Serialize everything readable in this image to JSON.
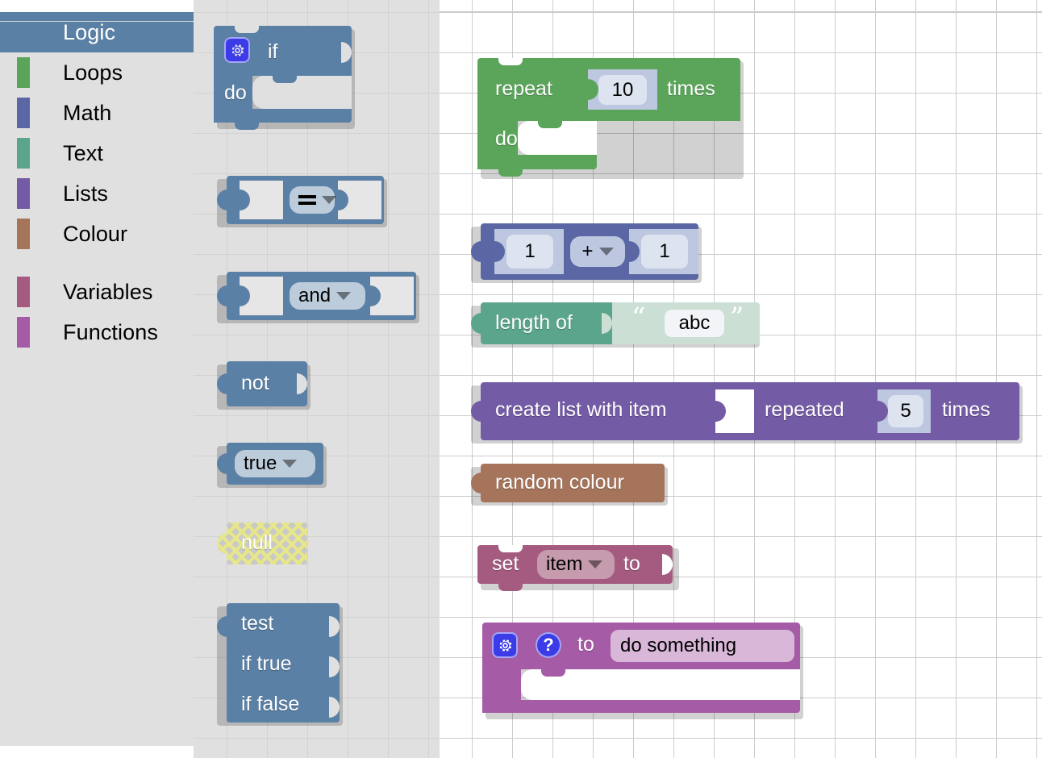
{
  "toolbox": {
    "name": "blockly-toolbox",
    "categories": [
      {
        "label": "Logic",
        "colour": "#5b80a5",
        "selected": true
      },
      {
        "label": "Loops",
        "colour": "#5ba55b",
        "selected": false
      },
      {
        "label": "Math",
        "colour": "#5b67a5",
        "selected": false
      },
      {
        "label": "Text",
        "colour": "#5ba58c",
        "selected": false
      },
      {
        "label": "Lists",
        "colour": "#745ba5",
        "selected": false
      },
      {
        "label": "Colour",
        "colour": "#a5745b",
        "selected": false
      },
      {
        "label": "Variables",
        "colour": "#a55b80",
        "selected": false
      },
      {
        "label": "Functions",
        "colour": "#a55ba5",
        "selected": false
      }
    ]
  },
  "flyout": {
    "category": "Logic",
    "colour": "#5b80a5",
    "blocks": [
      {
        "id": "controls_if",
        "gear_icon": "gear-icon",
        "label_if": "if",
        "label_do": "do"
      },
      {
        "id": "logic_compare",
        "dropdown_value": "=",
        "dropdown_glyph": "equals"
      },
      {
        "id": "logic_operation",
        "dropdown_value": "and"
      },
      {
        "id": "logic_negate",
        "label": "not"
      },
      {
        "id": "logic_boolean",
        "dropdown_value": "true"
      },
      {
        "id": "logic_null",
        "label": "null",
        "disabled": true
      },
      {
        "id": "logic_ternary",
        "label_test": "test",
        "label_if_true": "if true",
        "label_if_false": "if false"
      }
    ]
  },
  "workspace": {
    "name": "blockly-workspace",
    "grid": "dots",
    "blocks": [
      {
        "id": "controls_repeat_ext",
        "category": "Loops",
        "colour": "#5ba55b",
        "label_repeat": "repeat",
        "value": "10",
        "label_times": "times",
        "label_do": "do"
      },
      {
        "id": "math_arithmetic",
        "category": "Math",
        "colour": "#5b67a5",
        "left_value": "1",
        "operator": "+",
        "right_value": "1"
      },
      {
        "id": "text_length",
        "category": "Text",
        "colour": "#5ba58c",
        "label": "length of",
        "text_value": "abc",
        "quote_open": "“",
        "quote_close": "”"
      },
      {
        "id": "lists_repeat",
        "category": "Lists",
        "colour": "#745ba5",
        "label_create": "create list with item",
        "label_repeated": "repeated",
        "value": "5",
        "label_times": "times"
      },
      {
        "id": "colour_random",
        "category": "Colour",
        "colour": "#a5745b",
        "label": "random colour"
      },
      {
        "id": "variables_set",
        "category": "Variables",
        "colour": "#a55b80",
        "label_set": "set",
        "variable": "item",
        "label_to": "to"
      },
      {
        "id": "procedures_defnoreturn",
        "category": "Functions",
        "colour": "#a55ba5",
        "gear_icon": "gear-icon",
        "help_icon": "question-mark-icon",
        "label_to": "to",
        "name_value": "do something"
      }
    ]
  }
}
